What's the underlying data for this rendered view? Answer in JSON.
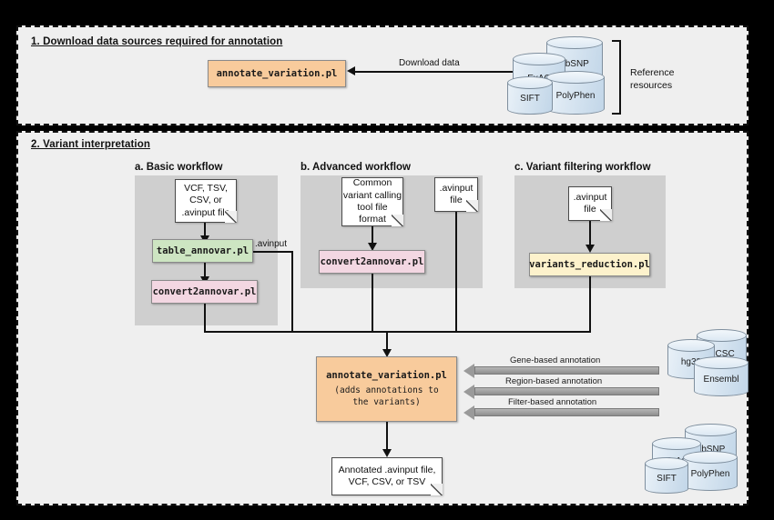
{
  "sections": [
    {
      "id": "download",
      "title": "1. Download data sources required for annotation"
    },
    {
      "id": "interpret",
      "title": "2. Variant interpretation"
    }
  ],
  "section1": {
    "process": {
      "label": "annotate_variation.pl",
      "color": "#f8cb9c"
    },
    "edge_label": "Download data",
    "reference_label_line1": "Reference",
    "reference_label_line2": "resources",
    "databases": [
      {
        "name": "ExAC"
      },
      {
        "name": "dbSNP"
      },
      {
        "name": "SIFT"
      },
      {
        "name": "PolyPhen"
      }
    ]
  },
  "workflows": [
    {
      "id": "basic",
      "title": "a. Basic workflow",
      "input_note": "VCF, TSV,\nCSV, or\n.avinput file",
      "steps": [
        {
          "label": "table_annovar.pl",
          "color": "#cde5c2"
        },
        {
          "label": "convert2annovar.pl",
          "color": "#f3d7e2"
        }
      ],
      "branch_label": ".avinput"
    },
    {
      "id": "advanced",
      "title": "b. Advanced workflow",
      "input_note": "Common\nvariant calling\ntool file\nformat",
      "second_note": ".avinput\nfile",
      "steps": [
        {
          "label": "convert2annovar.pl",
          "color": "#f3d7e2"
        }
      ]
    },
    {
      "id": "filtering",
      "title": "c. Variant filtering workflow",
      "input_note": ".avinput\nfile",
      "steps": [
        {
          "label": "variants_reduction.pl",
          "color": "#fdf2cc"
        }
      ]
    }
  ],
  "central": {
    "label": "annotate_variation.pl",
    "sublabel": "(adds annotations to the variants)",
    "color": "#f8cb9c"
  },
  "annotation_arrows": [
    {
      "label": "Gene-based annotation"
    },
    {
      "label": "Region-based annotation"
    },
    {
      "label": "Filter-based annotation"
    }
  ],
  "genome_databases": [
    {
      "name": "hg38"
    },
    {
      "name": "UCSC"
    },
    {
      "name": "Ensembl"
    }
  ],
  "variant_databases": [
    {
      "name": "ExAC"
    },
    {
      "name": "dbSNP"
    },
    {
      "name": "SIFT"
    },
    {
      "name": "PolyPhen"
    }
  ],
  "output": {
    "label": "Annotated .avinput file,\nVCF, CSV, or TSV"
  },
  "colors": {
    "panel_bg": "#efefef",
    "workflow_bg": "#cfcfcf",
    "orange": "#f8cb9c",
    "green": "#cde5c2",
    "pink": "#f3d7e2",
    "yellow": "#fdf2cc",
    "cylinder": "#d3e2ef",
    "line": "#111111"
  }
}
